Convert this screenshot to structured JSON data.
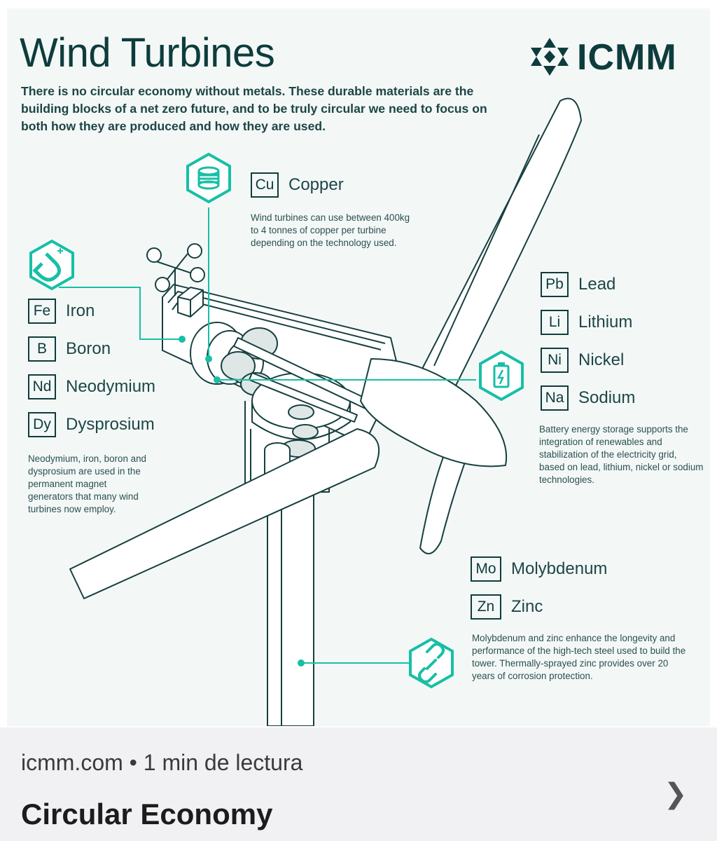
{
  "infographic": {
    "title": "Wind Turbines",
    "logo_text": "ICMM",
    "intro": "There is no circular economy without metals. These durable materials are the building blocks of a net zero future, and to be truly circular we need to focus on both how they are produced and how they are used.",
    "copper": {
      "icon": "copper-coil-icon",
      "symbol": "Cu",
      "name": "Copper",
      "description": "Wind turbines can use between 400kg to 4 tonnes of copper per turbine depending on the technology used."
    },
    "magnet_group": {
      "icon": "magnet-icon",
      "elements": [
        {
          "symbol": "Fe",
          "name": "Iron"
        },
        {
          "symbol": "B",
          "name": "Boron"
        },
        {
          "symbol": "Nd",
          "name": "Neodymium"
        },
        {
          "symbol": "Dy",
          "name": "Dysprosium"
        }
      ],
      "description": "Neodymium, iron, boron and dysprosium are used in the permanent magnet generators that many wind turbines now employ."
    },
    "battery_group": {
      "icon": "battery-icon",
      "elements": [
        {
          "symbol": "Pb",
          "name": "Lead"
        },
        {
          "symbol": "Li",
          "name": "Lithium"
        },
        {
          "symbol": "Ni",
          "name": "Nickel"
        },
        {
          "symbol": "Na",
          "name": "Sodium"
        }
      ],
      "description": "Battery energy storage supports the integration of renewables and stabilization of the electricity grid, based on lead, lithium, nickel or sodium technologies."
    },
    "steel_group": {
      "icon": "chain-link-icon",
      "elements": [
        {
          "symbol": "Mo",
          "name": "Molybdenum"
        },
        {
          "symbol": "Zn",
          "name": "Zinc"
        }
      ],
      "description": "Molybdenum and zinc enhance the longevity and performance of the high-tech steel used to build the tower. Thermally-sprayed zinc provides over 20 years of corrosion protection."
    },
    "colors": {
      "dark": "#0e3c3c",
      "accent": "#17bfa6",
      "background": "#f3f8f7"
    }
  },
  "footer": {
    "source": "icmm.com • 1 min de lectura",
    "headline": "Circular Economy",
    "chevron_icon": "chevron-right-icon"
  }
}
